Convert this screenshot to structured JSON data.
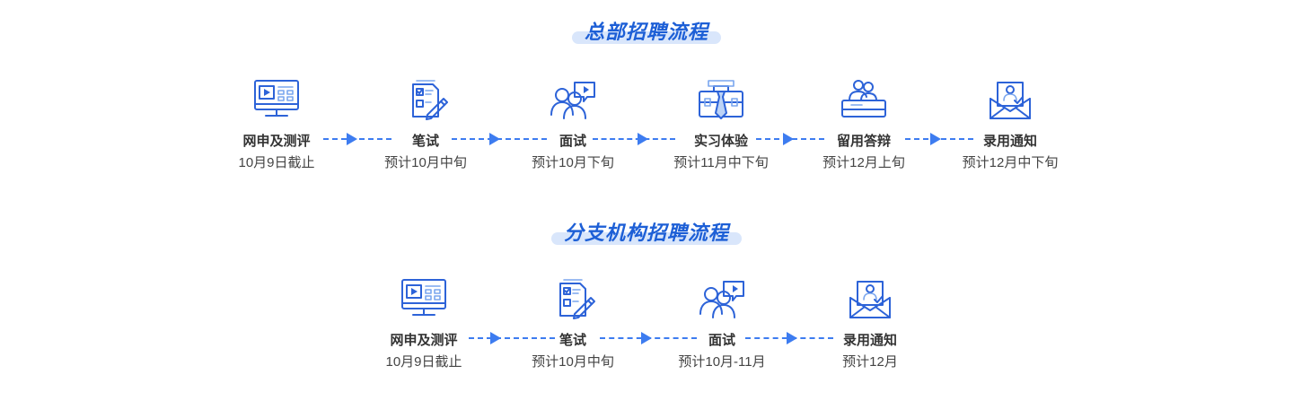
{
  "hq": {
    "title": "总部招聘流程",
    "steps": [
      {
        "name": "网申及测评",
        "time": "10月9日截止",
        "icon": "monitor-icon"
      },
      {
        "name": "笔试",
        "time": "预计10月中旬",
        "icon": "written-test-icon"
      },
      {
        "name": "面试",
        "time": "预计10月下旬",
        "icon": "interview-icon"
      },
      {
        "name": "实习体验",
        "time": "预计11月中下旬",
        "icon": "briefcase-icon"
      },
      {
        "name": "留用答辩",
        "time": "预计12月上旬",
        "icon": "defense-icon"
      },
      {
        "name": "录用通知",
        "time": "预计12月中下旬",
        "icon": "offer-envelope-icon"
      }
    ]
  },
  "branch": {
    "title": "分支机构招聘流程",
    "steps": [
      {
        "name": "网申及测评",
        "time": "10月9日截止",
        "icon": "monitor-icon"
      },
      {
        "name": "笔试",
        "time": "预计10月中旬",
        "icon": "written-test-icon"
      },
      {
        "name": "面试",
        "time": "预计10月-11月",
        "icon": "interview-icon"
      },
      {
        "name": "录用通知",
        "time": "预计12月",
        "icon": "offer-envelope-icon"
      }
    ]
  },
  "colors": {
    "accent": "#1d5fd6",
    "connector": "#3d7cf0",
    "title_bg": "#d9e6fb",
    "text": "#333333"
  }
}
